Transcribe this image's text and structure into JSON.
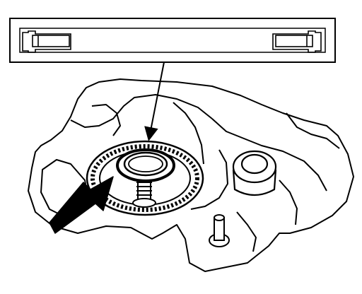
{
  "figure": {
    "callouts": [],
    "colors": {
      "line": "#000000",
      "paper": "#ffffff"
    },
    "parts": [
      "thrust-bearing-detail-inset",
      "thrust-bearing",
      "transaxle-case",
      "locating-arrow"
    ]
  }
}
